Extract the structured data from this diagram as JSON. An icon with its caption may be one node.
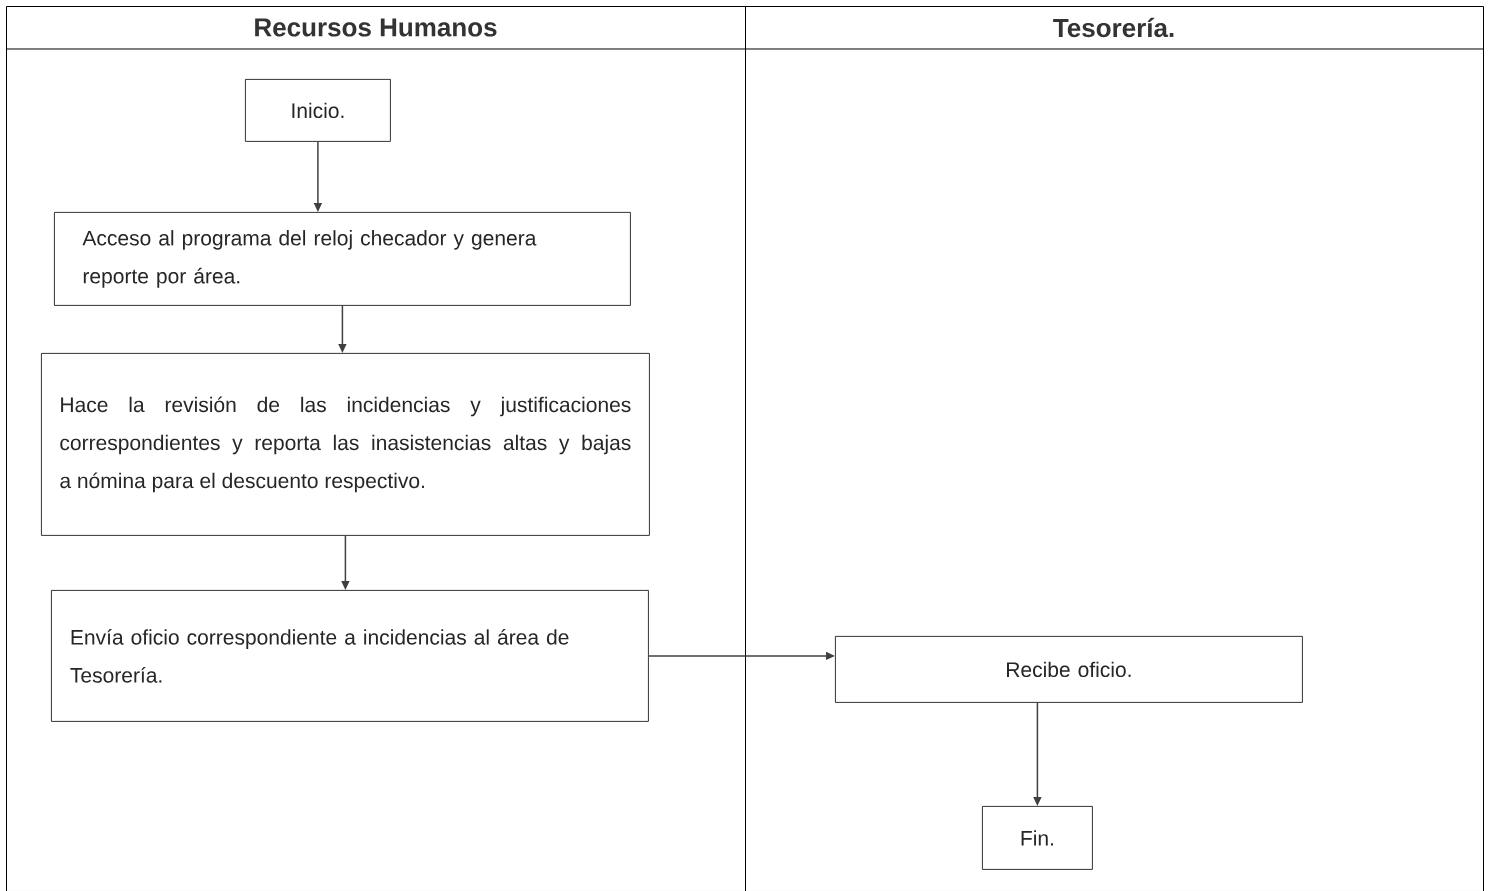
{
  "diagram": {
    "nodes": [
      {
        "text": [
          "Recursos Humanos"
        ]
      },
      {
        "text": [
          "Tesorería."
        ]
      },
      {
        "text": [
          "Inicio."
        ],
        "in": 0
      },
      {
        "text": [
          "Acceso al programa del reloj checador y genera reporte por área."
        ],
        "in": 0
      },
      {
        "text": [
          "Hace la revisión de las incidencias y justificaciones correspondientes y reporta las inasistencias altas y bajas a nómina para el descuento respectivo."
        ],
        "in": 0
      },
      {
        "text": [
          "Envía oficio correspondiente a incidencias al área de Tesorería."
        ],
        "in": 0
      },
      {
        "text": [
          "Recibe oficio."
        ],
        "in": 1
      },
      {
        "text": [
          "Fin."
        ],
        "in": 1
      }
    ],
    "edges": [
      {
        "from": 2,
        "to": 3,
        "arrow": "to"
      },
      {
        "from": 3,
        "to": 4,
        "arrow": "to"
      },
      {
        "from": 4,
        "to": 5,
        "arrow": "to"
      },
      {
        "from": 5,
        "to": 6,
        "arrow": "to"
      },
      {
        "from": 6,
        "to": 7,
        "arrow": "to"
      }
    ]
  }
}
